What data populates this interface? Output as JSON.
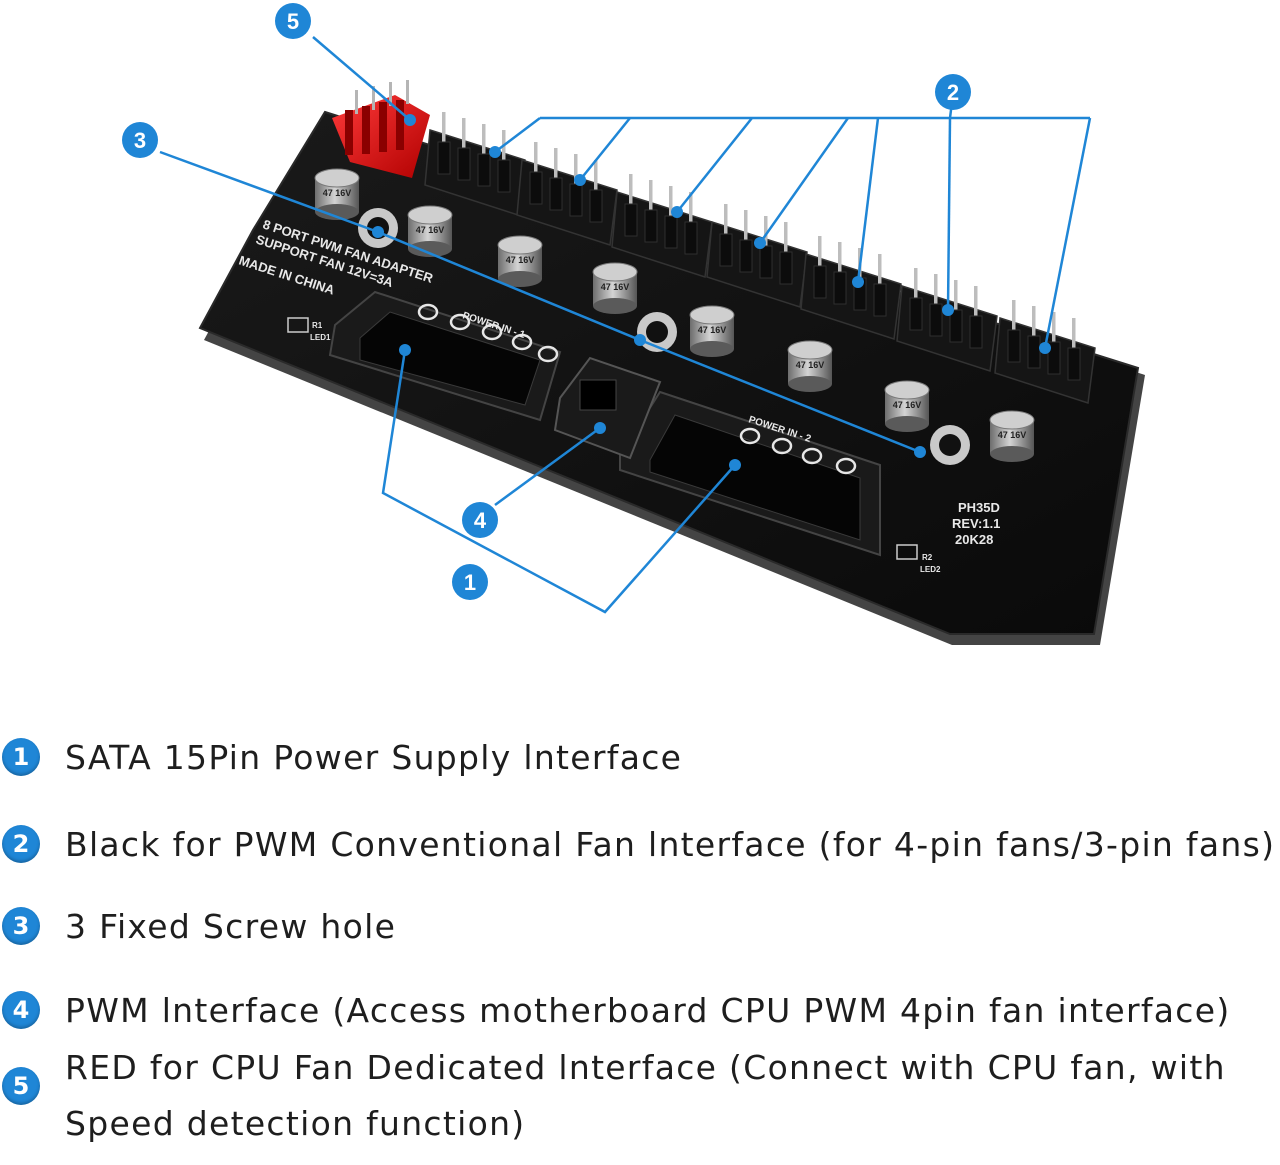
{
  "accent_color": "#1f86d6",
  "board": {
    "silkscreen_title_1": "8 PORT PWM FAN ADAPTER",
    "silkscreen_title_2": "SUPPORT FAN 12V=3A",
    "silkscreen_origin": "MADE IN CHINA",
    "power_in_1": "POWER IN - 1",
    "power_in_2": "POWER IN - 2",
    "model": "PH35D",
    "revision": "REV:1.1",
    "batch": "20K28",
    "r1_label": "R1",
    "led1_label": "LED1",
    "r2_label": "R2",
    "led2_label": "LED2",
    "capacitor_marking": "47 16V"
  },
  "callouts": [
    {
      "number": "1"
    },
    {
      "number": "2"
    },
    {
      "number": "3"
    },
    {
      "number": "4"
    },
    {
      "number": "5"
    }
  ],
  "legend": [
    {
      "number": "1",
      "text": "SATA 15Pin Power Supply lnterface"
    },
    {
      "number": "2",
      "text": "Black for PWM Conventional Fan lnterface (for 4-pin fans/3-pin fans)"
    },
    {
      "number": "3",
      "text": "3 Fixed Screw hole"
    },
    {
      "number": "4",
      "text": "PWM lnterface (Access motherboard CPU PWM 4pin fan interface)"
    },
    {
      "number": "5",
      "text": "RED for CPU Fan Dedicated lnterface (Connect with CPU fan, with Speed detection function)"
    }
  ]
}
